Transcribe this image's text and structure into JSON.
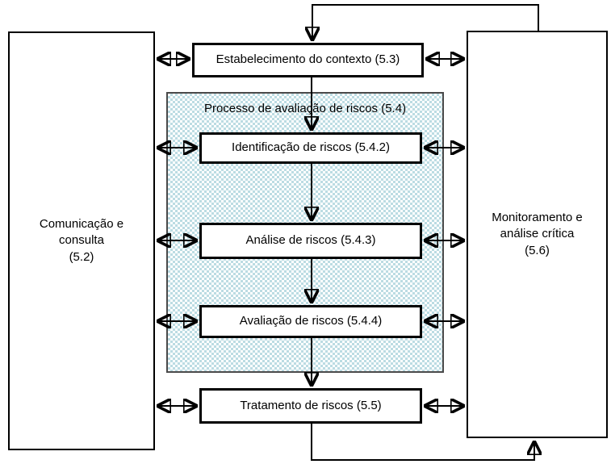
{
  "diagram": {
    "boxes": {
      "communication": {
        "label": "Comunicação e\nconsulta\n(5.2)"
      },
      "context": {
        "label": "Estabelecimento do contexto (5.3)"
      },
      "assessment_group": {
        "label": "Processo de avaliação de riscos (5.4)"
      },
      "identification": {
        "label": "Identificação de riscos (5.4.2)"
      },
      "analysis": {
        "label": "Análise de riscos (5.4.3)"
      },
      "evaluation": {
        "label": "Avaliação de riscos (5.4.4)"
      },
      "treatment": {
        "label": "Tratamento de riscos (5.5)"
      },
      "monitoring": {
        "label": "Monitoramento e\nanálise crítica\n(5.6)"
      }
    },
    "colors": {
      "box_border": "#000000",
      "group_border": "#4a4a4a",
      "checker_blue": "#bcdce3",
      "background": "#ffffff"
    }
  }
}
